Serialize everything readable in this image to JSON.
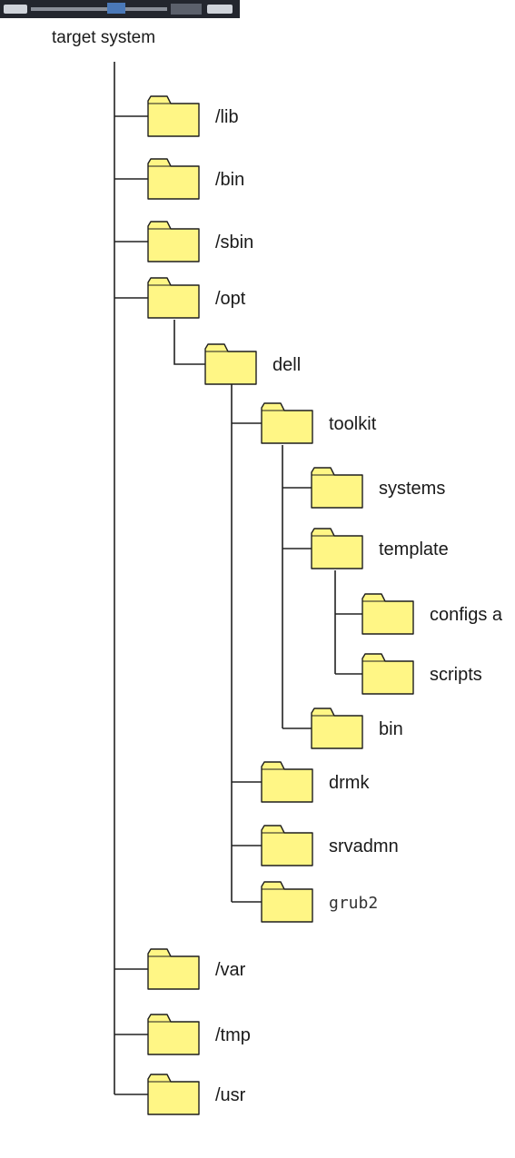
{
  "title": "target system",
  "colors": {
    "folder_fill": "#FFF685",
    "folder_stroke": "#1f1f1f",
    "line": "#222222",
    "server_body": "#23262e",
    "server_light": "#cfd3da"
  },
  "folders": [
    {
      "id": "lib",
      "label": "/lib"
    },
    {
      "id": "bin",
      "label": "/bin"
    },
    {
      "id": "sbin",
      "label": "/sbin"
    },
    {
      "id": "opt",
      "label": "/opt"
    },
    {
      "id": "dell",
      "label": "dell"
    },
    {
      "id": "toolkit",
      "label": "toolkit"
    },
    {
      "id": "systems",
      "label": "systems"
    },
    {
      "id": "template",
      "label": "template"
    },
    {
      "id": "configs",
      "label": "configs a"
    },
    {
      "id": "scripts",
      "label": "scripts"
    },
    {
      "id": "tkbin",
      "label": "bin"
    },
    {
      "id": "drmk",
      "label": "drmk"
    },
    {
      "id": "srvadmn",
      "label": "srvadmn"
    },
    {
      "id": "grub2",
      "label": "grub2"
    },
    {
      "id": "var",
      "label": "/var"
    },
    {
      "id": "tmp",
      "label": "/tmp"
    },
    {
      "id": "usr",
      "label": "/usr"
    }
  ]
}
